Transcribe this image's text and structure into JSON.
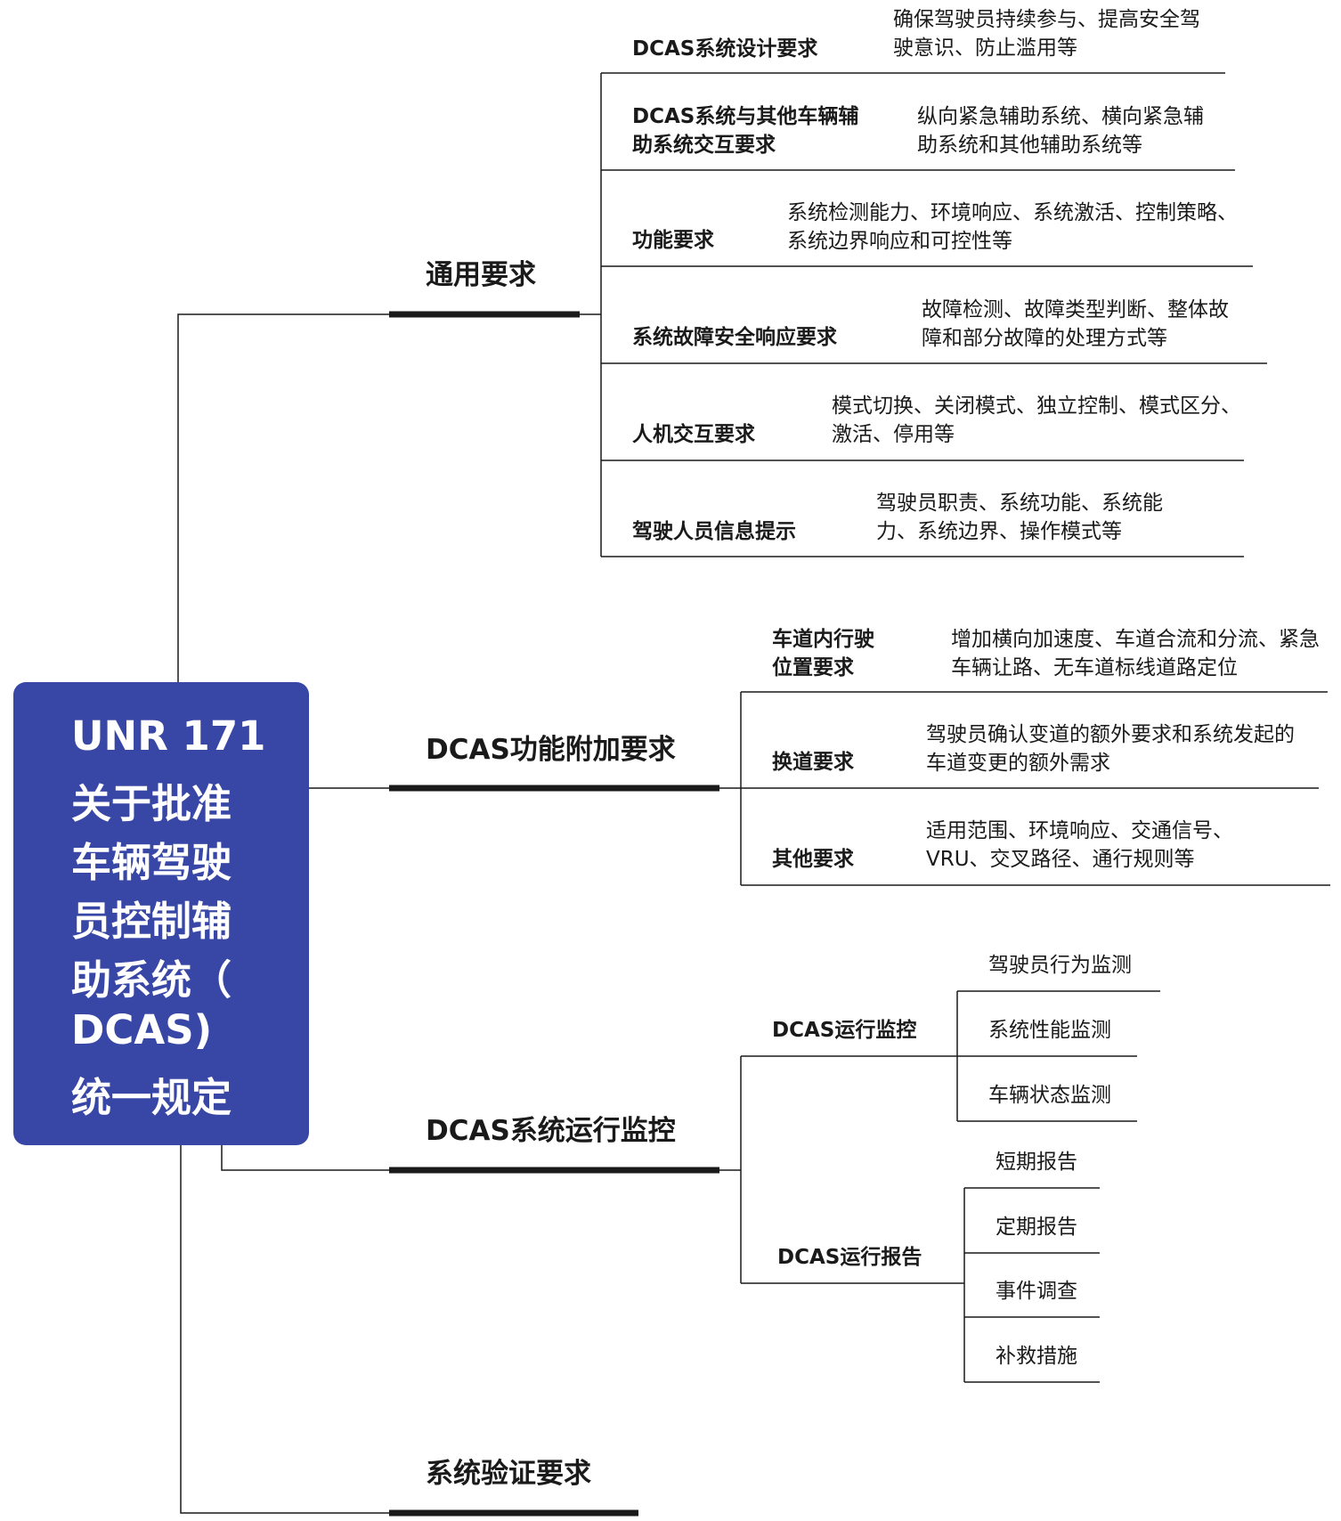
{
  "root": {
    "title_lines": [
      "UNR 171",
      "关于批准",
      "车辆驾驶",
      "员控制辅",
      "助系统（",
      " DCAS)",
      "统一规定"
    ]
  },
  "branches": [
    {
      "label": "通用要求",
      "children": [
        {
          "label": "DCAS系统设计要求",
          "desc": "确保驾驶员持续参与、提高安全驾驶意识、防止滥用等"
        },
        {
          "label": "DCAS系统与其他车辆辅助系统交互要求",
          "desc": "纵向紧急辅助系统、横向紧急辅助系统和其他辅助系统等"
        },
        {
          "label": "功能要求",
          "desc": "系统检测能力、环境响应、系统激活、控制策略、系统边界响应和可控性等"
        },
        {
          "label": "系统故障安全响应要求",
          "desc": "故障检测、故障类型判断、整体故障和部分故障的处理方式等"
        },
        {
          "label": "人机交互要求",
          "desc": "模式切换、关闭模式、独立控制、模式区分、激活、停用等"
        },
        {
          "label": "驾驶人员信息提示",
          "desc": "驾驶员职责、系统功能、系统能力、系统边界、操作模式等"
        }
      ]
    },
    {
      "label": "DCAS功能附加要求",
      "children": [
        {
          "label": "车道内行驶位置要求",
          "desc": "增加横向加速度、车道合流和分流、紧急车辆让路、无车道标线道路定位"
        },
        {
          "label": "换道要求",
          "desc": "驾驶员确认变道的额外要求和系统发起的车道变更的额外需求"
        },
        {
          "label": "其他要求",
          "desc": "适用范围、环境响应、交通信号、VRU、交叉路径、通行规则等"
        }
      ]
    },
    {
      "label": "DCAS系统运行监控",
      "children": [
        {
          "label": "DCAS运行监控",
          "items": [
            "驾驶员行为监测",
            "系统性能监测",
            "车辆状态监测"
          ]
        },
        {
          "label": "DCAS运行报告",
          "items": [
            "短期报告",
            "定期报告",
            "事件调查",
            "补救措施"
          ]
        }
      ]
    },
    {
      "label": "系统验证要求",
      "children": []
    }
  ],
  "colors": {
    "root_fill": "#3847a6",
    "root_text": "#ffffff",
    "line": "#1a1a1a",
    "text": "#1a1a1a"
  }
}
